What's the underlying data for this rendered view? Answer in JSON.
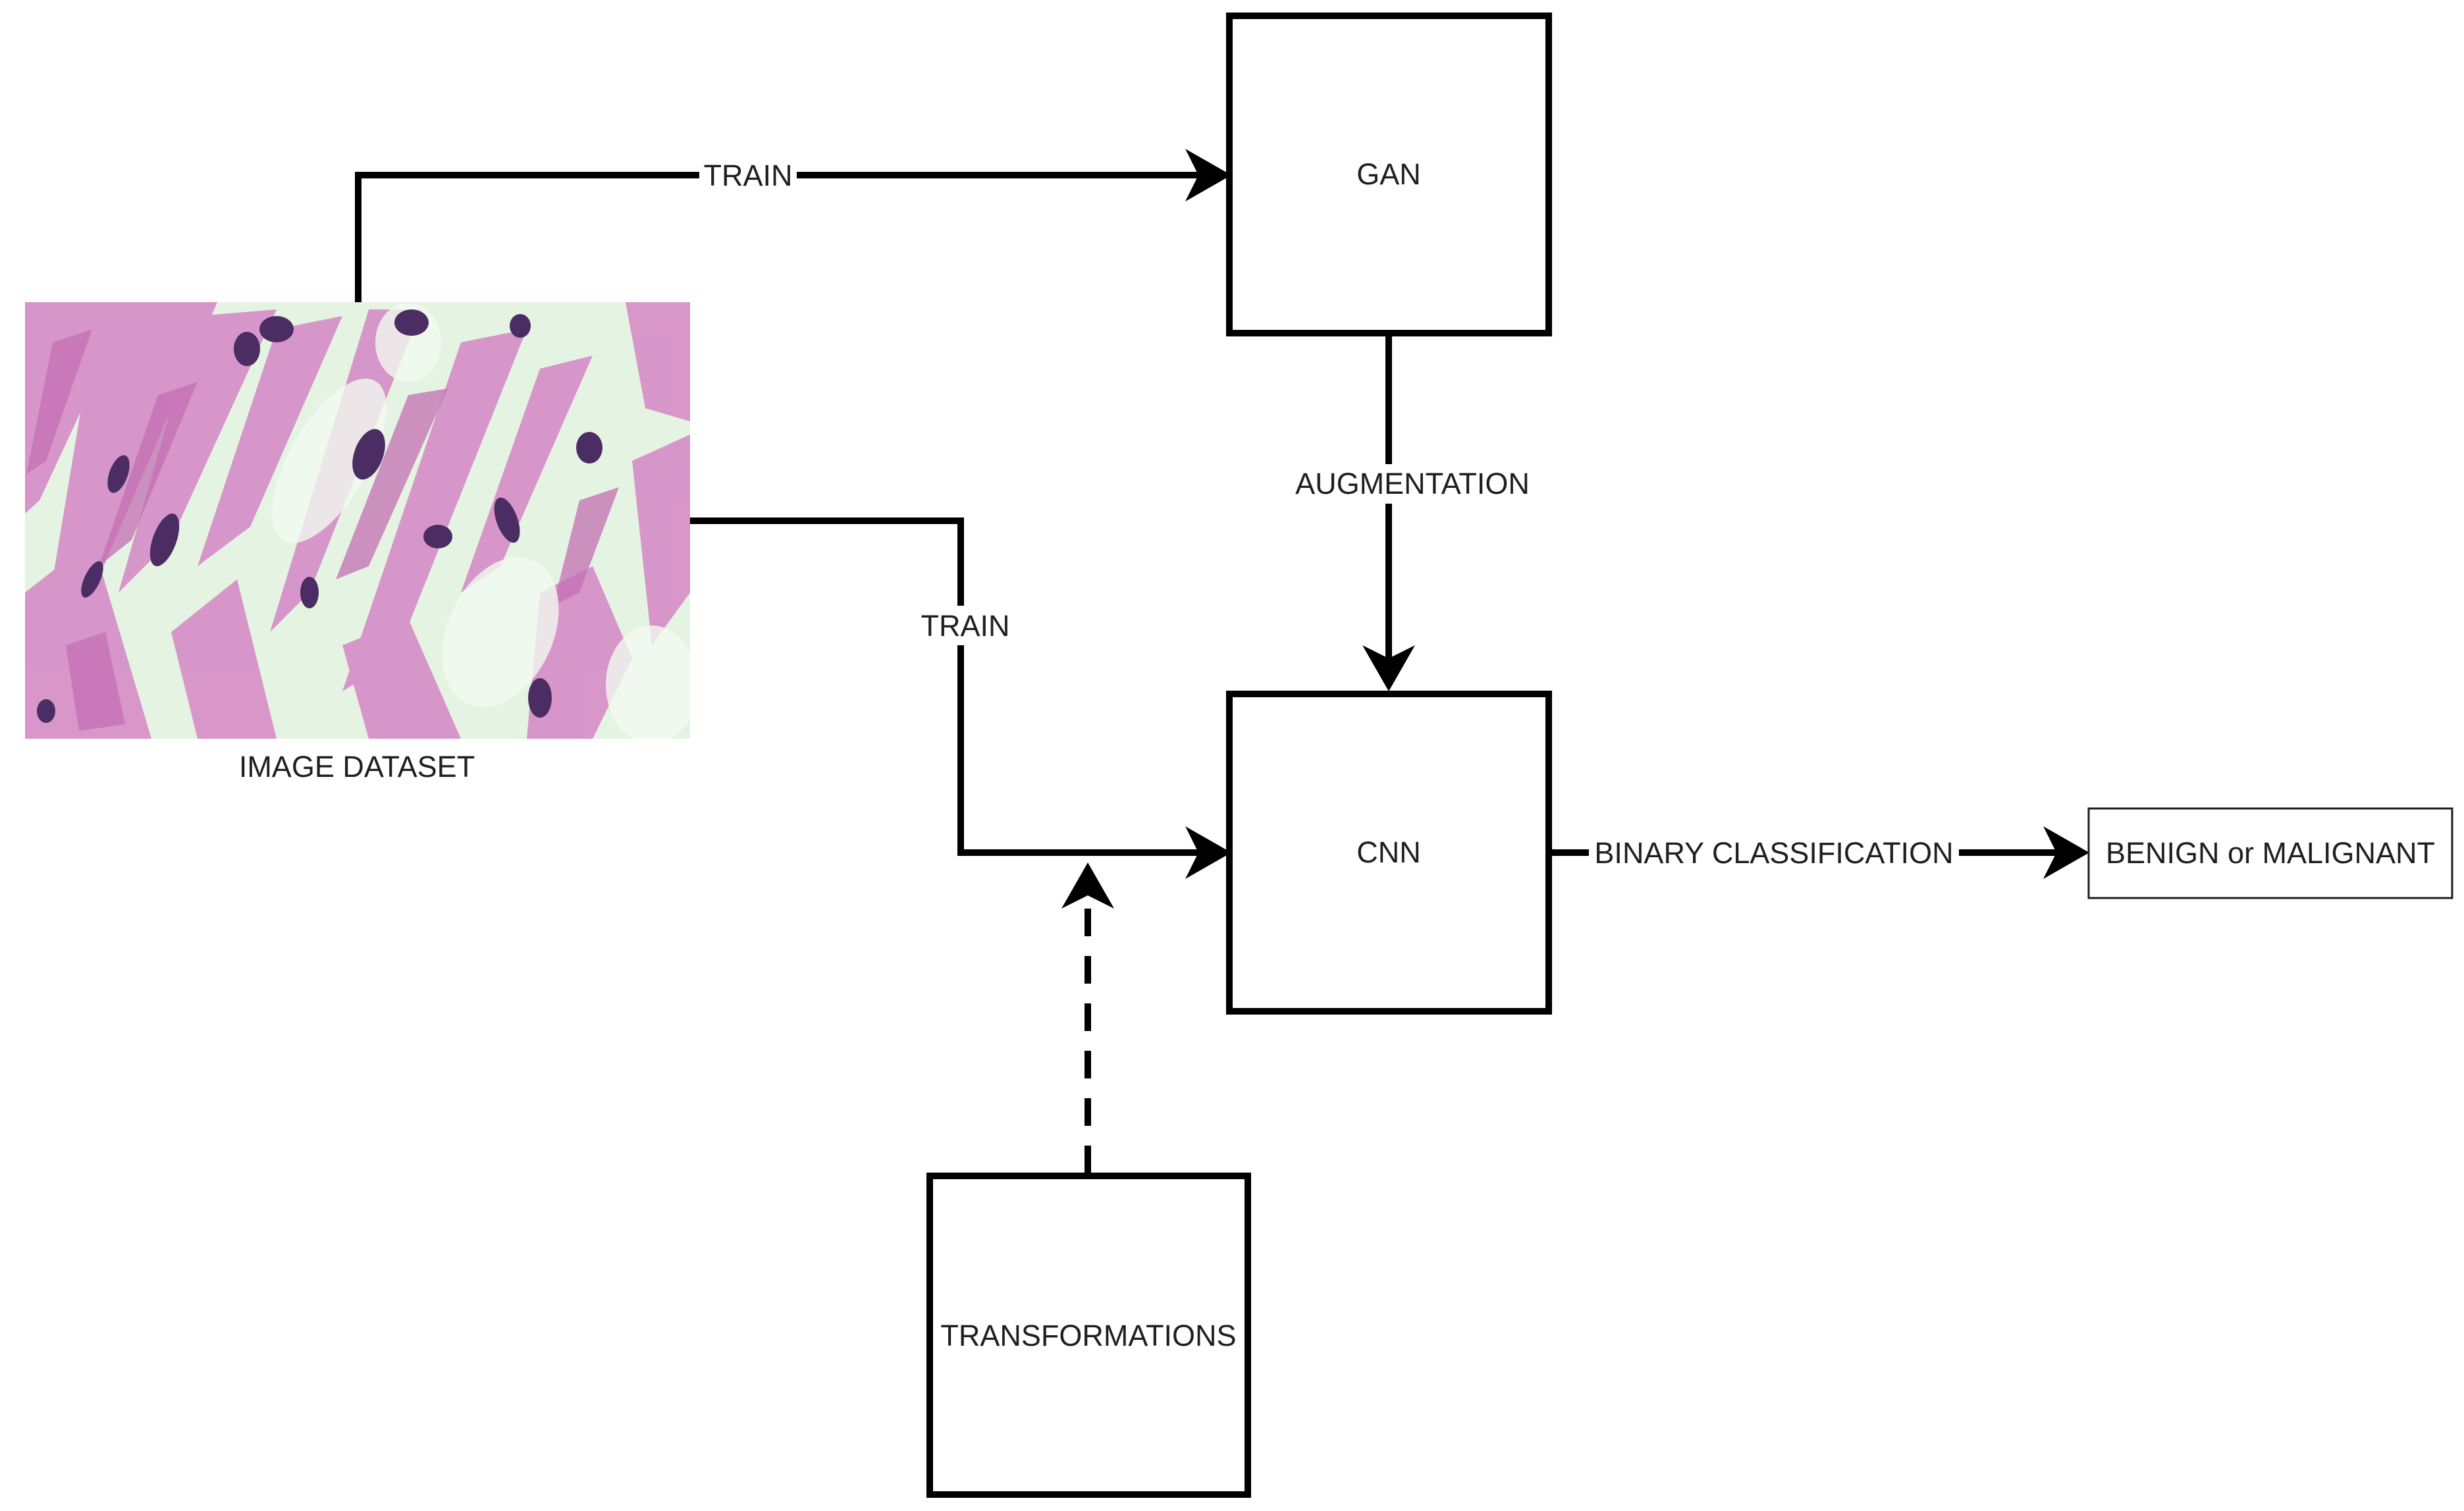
{
  "nodes": {
    "image_dataset": {
      "label": "IMAGE DATASET"
    },
    "gan": {
      "label": "GAN"
    },
    "cnn": {
      "label": "CNN"
    },
    "transformations": {
      "label": "TRANSFORMATIONS"
    },
    "output": {
      "label": "BENIGN or MALIGNANT"
    }
  },
  "edges": {
    "train_to_gan": {
      "label": "TRAIN"
    },
    "train_to_cnn": {
      "label": "TRAIN"
    },
    "augmentation": {
      "label": "AUGMENTATION"
    },
    "binary_classification": {
      "label": "BINARY CLASSIFICATION"
    },
    "transformations_to_cnn": {
      "label": ""
    }
  },
  "colors": {
    "stroke": "#000000",
    "text": "#1f1f1f",
    "tissue_pink": "#d98fc9",
    "tissue_light": "#e6f5e3",
    "nucleus_purple": "#4b2d63"
  }
}
